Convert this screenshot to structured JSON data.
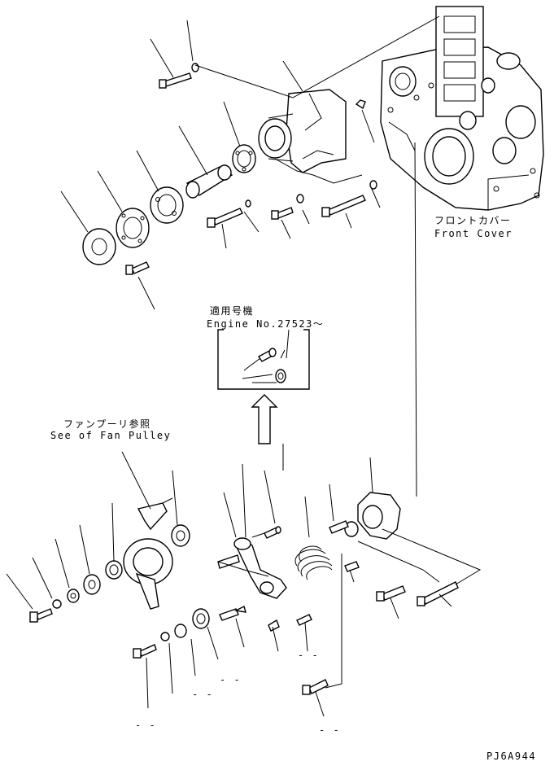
{
  "labels": {
    "front_cover_jp": "フロントカバー",
    "front_cover_en": "Front Cover",
    "applicable_jp": "適用号機",
    "applicable_en": "Engine No.27523～",
    "fan_pulley_jp": "ファンプーリ参照",
    "fan_pulley_en": "See of Fan Pulley",
    "drawing_code": "PJ6A944"
  },
  "callouts": {
    "dash_a": "- -",
    "dash_b": "- -",
    "dash_c": "- -",
    "dash_d": "- -",
    "dash_e": "- -"
  }
}
